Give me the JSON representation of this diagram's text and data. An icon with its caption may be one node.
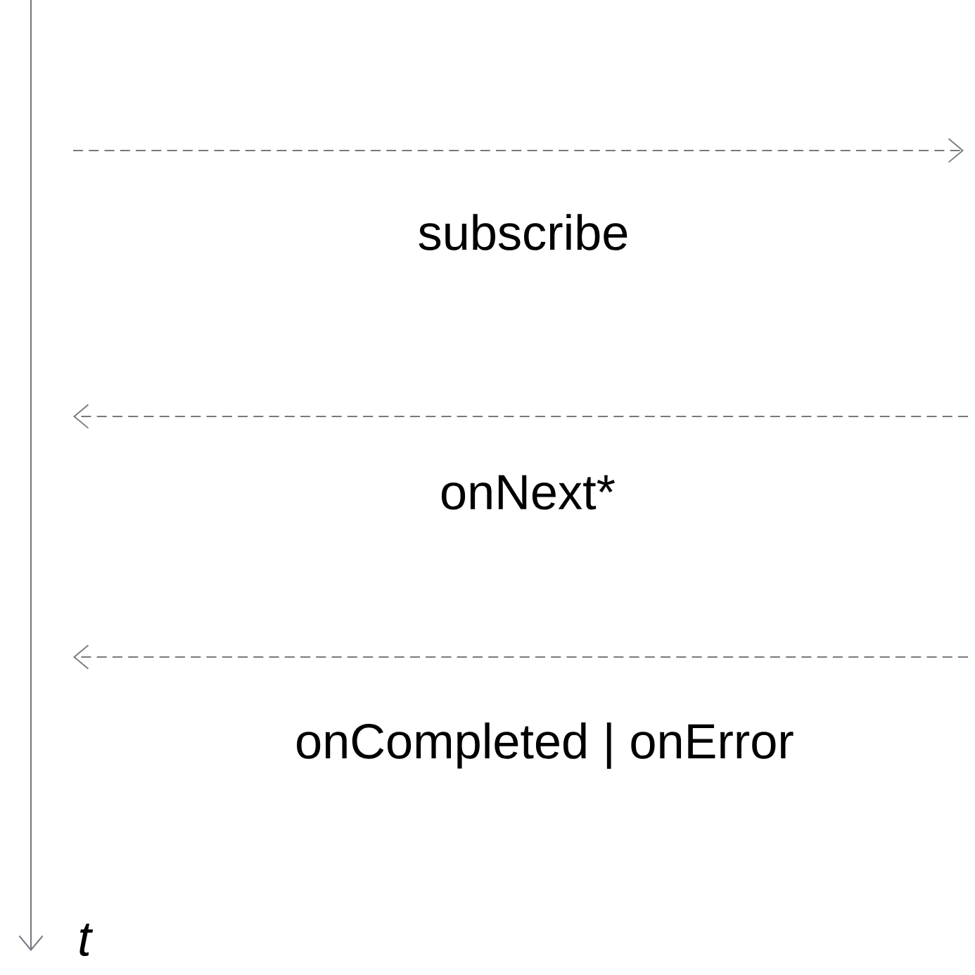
{
  "diagram": {
    "labels": [
      "subscribe",
      "onNext*",
      "onCompleted | onError",
      "t"
    ]
  }
}
